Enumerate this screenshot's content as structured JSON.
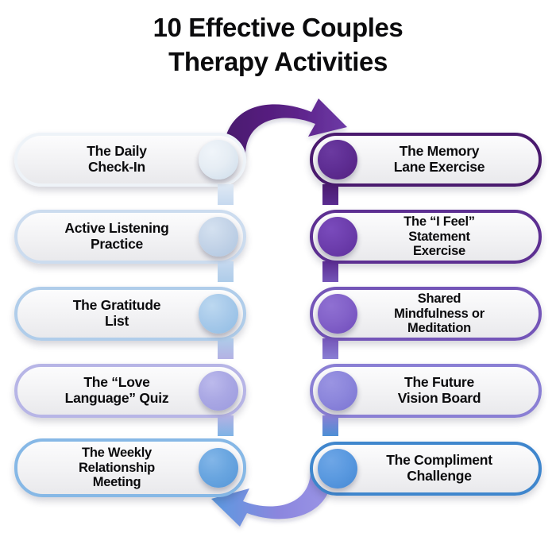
{
  "title": {
    "line1": "10 Effective Couples",
    "line2": "Therapy Activities"
  },
  "colors": {
    "background": "#ffffff",
    "title_text": "#0b0b0d",
    "pill_text": "#0b0b0d",
    "pill_fill_light": "#fcfcfd",
    "pill_fill_dark": "#e9e9ec",
    "deep_purple": "#5b2187",
    "purple": "#6d3aa6",
    "mid_purple": "#7b57c4",
    "periwinkle": "#8b86de",
    "blue": "#4a90d9",
    "light_blue": "#8fc0ec",
    "pale_blue": "#c9dcf2",
    "pale_gray_blue": "#dde6f0"
  },
  "left_column": {
    "items": [
      {
        "label": "The Daily\nCheck-In",
        "dot_color_start": "#e6edf4",
        "dot_color_end": "#ccdcea",
        "border_color": "#eef3f8",
        "order": 1
      },
      {
        "label": "Active Listening\nPractice",
        "dot_color_start": "#c4d4e8",
        "dot_color_end": "#aec5e0",
        "border_color": "#ccdcef",
        "order": 2
      },
      {
        "label": "The Gratitude\nList",
        "dot_color_start": "#a8caea",
        "dot_color_end": "#8fbce4",
        "border_color": "#b0cdea",
        "order": 3
      },
      {
        "label": "The “Love\nLanguage” Quiz",
        "dot_color_start": "#aaa8e4",
        "dot_color_end": "#9b9ade",
        "border_color": "#b7b5e6",
        "order": 4
      },
      {
        "label": "The Weekly\nRelationship\nMeeting",
        "dot_color_start": "#6aa6e0",
        "dot_color_end": "#5596d8",
        "border_color": "#86b8e6",
        "order": 5
      }
    ]
  },
  "right_column": {
    "items": [
      {
        "label": "The Memory\nLane Exercise",
        "dot_color_start": "#5f2e94",
        "dot_color_end": "#54207f",
        "border_color": "#4a1a6e",
        "order": 6
      },
      {
        "label": "The “I Feel”\nStatement\nExercise",
        "dot_color_start": "#6e3fae",
        "dot_color_end": "#5e2f9c",
        "border_color": "#5d2f92",
        "order": 7
      },
      {
        "label": "Shared\nMindfulness or\nMeditation",
        "dot_color_start": "#8362c9",
        "dot_color_end": "#6f4bbb",
        "border_color": "#7455b8",
        "order": 8
      },
      {
        "label": "The Future\nVision Board",
        "dot_color_start": "#8d87dc",
        "dot_color_end": "#7a73d2",
        "border_color": "#8a7fd4",
        "order": 9
      },
      {
        "label": "The Compliment\nChallenge",
        "dot_color_start": "#5b9ae0",
        "dot_color_end": "#4588d4",
        "border_color": "#3f86cd",
        "order": 10
      }
    ]
  },
  "arrows": {
    "top": {
      "name": "top-curved-arrow",
      "direction": "left-to-right",
      "color_start": "#5b2187",
      "color_end": "#6d3aa6"
    },
    "bottom": {
      "name": "bottom-curved-arrow",
      "direction": "right-to-left",
      "color_start": "#8b86de",
      "color_end": "#4a90d9"
    }
  }
}
